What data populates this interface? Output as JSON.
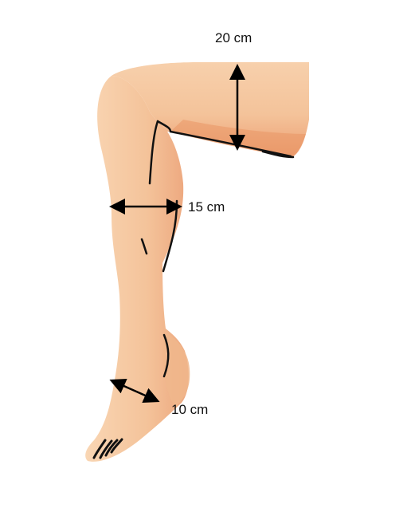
{
  "measurements": {
    "thigh": "20 cm",
    "calf": "15 cm",
    "ankle": "10 cm"
  },
  "colors": {
    "skin": "#f4c39a",
    "skin_light": "#f8d3b0",
    "skin_shadow": "#eea67c",
    "thigh_shadow": "#ec9a6c",
    "outline": "#111111",
    "arrow": "#000000"
  }
}
